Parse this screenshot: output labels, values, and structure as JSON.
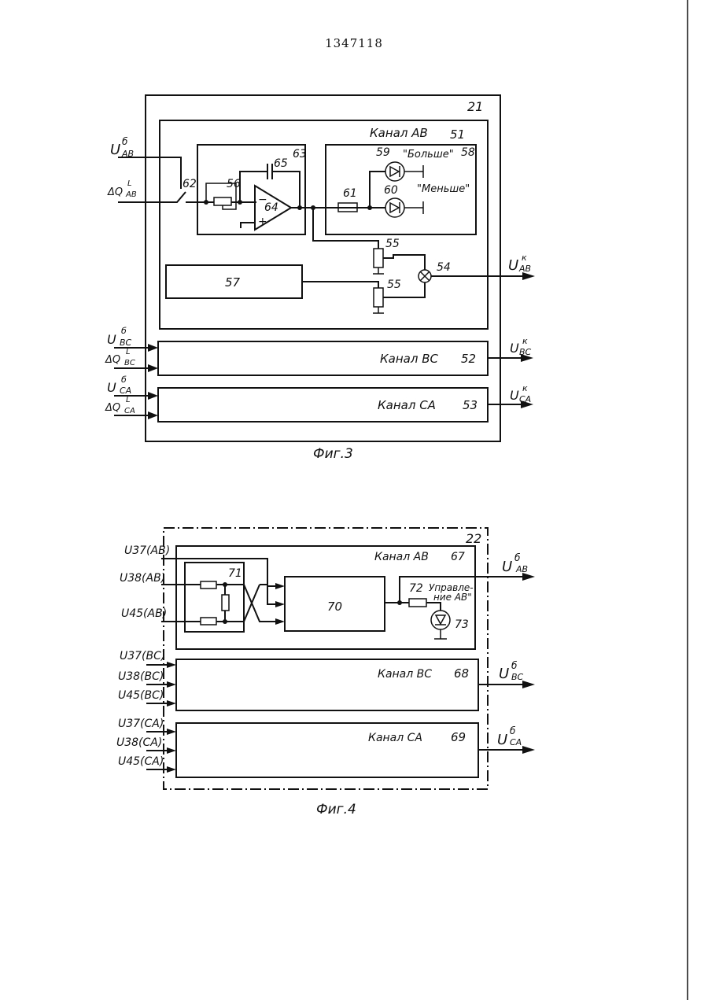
{
  "patent_number": "1347118",
  "fig3": {
    "caption": "Фиг.3",
    "block_num": "21",
    "channel_ab": {
      "label": "Канал АВ",
      "num": "51"
    },
    "channel_bc": {
      "label": "Канал ВС",
      "num": "52"
    },
    "channel_ca": {
      "label": "Канал СА",
      "num": "53"
    },
    "inputs": {
      "u_ab": "U",
      "u_ab_sup": "б",
      "u_ab_sub": "АВ",
      "q_ab": "ΔQ",
      "q_ab_sup": "L",
      "q_ab_sub": "АВ",
      "u_bc": "U",
      "u_bc_sup": "б",
      "u_bc_sub": "ВС",
      "q_bc": "ΔQ",
      "q_bc_sup": "L",
      "q_bc_sub": "ВС",
      "u_ca": "U",
      "u_ca_sup": "б",
      "u_ca_sub": "СА",
      "q_ca": "ΔQ",
      "q_ca_sup": "L",
      "q_ca_sub": "СА"
    },
    "outputs": {
      "ab": "U",
      "ab_sup": "к",
      "ab_sub": "АВ",
      "bc": "U",
      "bc_sup": "к",
      "bc_sub": "ВС",
      "ca": "U",
      "ca_sup": "к",
      "ca_sub": "СА"
    },
    "labels": {
      "n54": "54",
      "n55a": "55",
      "n55b": "55",
      "n56": "56",
      "n57": "57",
      "n58": "58",
      "n59": "59",
      "n60": "60",
      "n61": "61",
      "n62": "62",
      "n63": "63",
      "n64": "64",
      "n65": "65",
      "more": "\"Больше\"",
      "less": "\"Меньше\""
    }
  },
  "fig4": {
    "caption": "Фиг.4",
    "block_num": "22",
    "channel_ab": {
      "label": "Канал АВ",
      "num": "67"
    },
    "channel_bc": {
      "label": "Канал ВС",
      "num": "68"
    },
    "channel_ca": {
      "label": "Канал СА",
      "num": "69"
    },
    "inputs": [
      "U37(АВ)",
      "U38(АВ)",
      "U45(АВ)",
      "U37(ВС)",
      "U38(ВС)",
      "U45(ВС)",
      "U37(СА)",
      "U38(СА)",
      "U45(СА)"
    ],
    "outputs": {
      "ab": "U",
      "ab_sup": "б",
      "ab_sub": "АВ",
      "bc": "U",
      "bc_sup": "б",
      "bc_sub": "ВС",
      "ca": "U",
      "ca_sup": "б",
      "ca_sub": "СА"
    },
    "labels": {
      "n70": "70",
      "n71": "71",
      "n72": "72",
      "n73": "73",
      "control": "Управле-",
      "control2": "ние АВ\""
    }
  }
}
